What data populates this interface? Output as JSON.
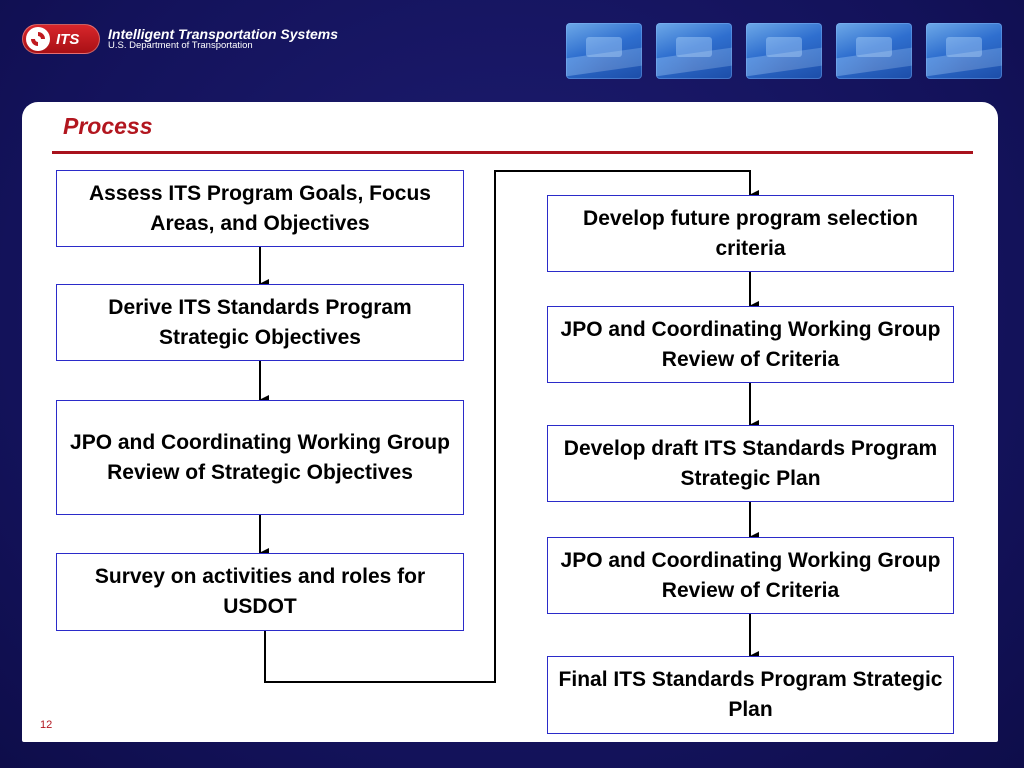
{
  "header": {
    "logo_text": "ITS",
    "org_title": "Intelligent Transportation Systems",
    "org_subtitle": "U.S. Department of Transportation",
    "photo_icons": [
      "tunnel-traffic-photo",
      "truck-photo",
      "highway-motion-photo",
      "bridge-photo",
      "truck-highway-photo"
    ]
  },
  "slide": {
    "title": "Process",
    "page_number": "12"
  },
  "flow": {
    "left_steps": [
      "Assess ITS Program Goals, Focus Areas, and Objectives",
      "Derive ITS Standards Program Strategic Objectives",
      "JPO and Coordinating Working Group Review of Strategic Objectives",
      "Survey on activities and roles for USDOT"
    ],
    "right_steps": [
      "Develop future program selection criteria",
      "JPO and Coordinating Working Group Review of Criteria",
      "Develop draft ITS Standards Program Strategic Plan",
      "JPO and Coordinating Working Group Review of Criteria",
      "Final ITS Standards Program Strategic Plan"
    ]
  },
  "colors": {
    "background": "#16155e",
    "accent_red": "#b2161f",
    "box_border": "#2b2bc9"
  }
}
